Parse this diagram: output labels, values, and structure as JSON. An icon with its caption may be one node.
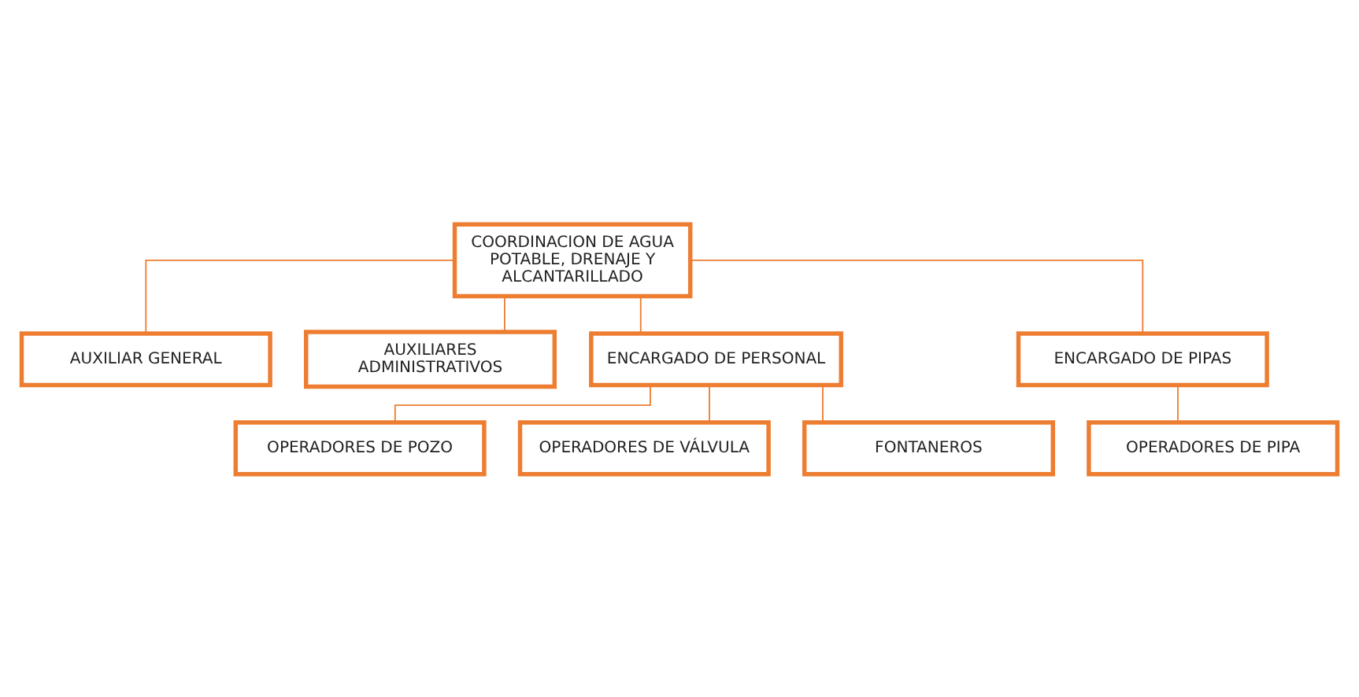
{
  "diagram": {
    "nodes": [
      {
        "text": [
          "COORDINACION DE AGUA POTABLE, DRENAJE Y ALCANTARILLADO"
        ]
      },
      {
        "text": [
          "AUXILIAR GENERAL"
        ]
      },
      {
        "text": [
          "AUXILIARES ADMINISTRATIVOS"
        ]
      },
      {
        "text": [
          "ENCARGADO DE PERSONAL"
        ]
      },
      {
        "text": [
          "ENCARGADO DE PIPAS"
        ]
      },
      {
        "text": [
          "OPERADORES DE POZO"
        ]
      },
      {
        "text": [
          "OPERADORES DE VÁLVULA"
        ]
      },
      {
        "text": [
          "FONTANEROS"
        ]
      },
      {
        "text": [
          "OPERADORES DE PIPA"
        ]
      }
    ],
    "edges": [
      {
        "from": 0,
        "to": 1,
        "arrow": "none"
      },
      {
        "from": 0,
        "to": 2,
        "arrow": "none"
      },
      {
        "from": 0,
        "to": 3,
        "arrow": "none"
      },
      {
        "from": 0,
        "to": 4,
        "arrow": "none"
      },
      {
        "from": 3,
        "to": 5,
        "arrow": "none"
      },
      {
        "from": 3,
        "to": 6,
        "arrow": "none"
      },
      {
        "from": 3,
        "to": 7,
        "arrow": "none"
      },
      {
        "from": 4,
        "to": 8,
        "arrow": "none"
      }
    ]
  }
}
